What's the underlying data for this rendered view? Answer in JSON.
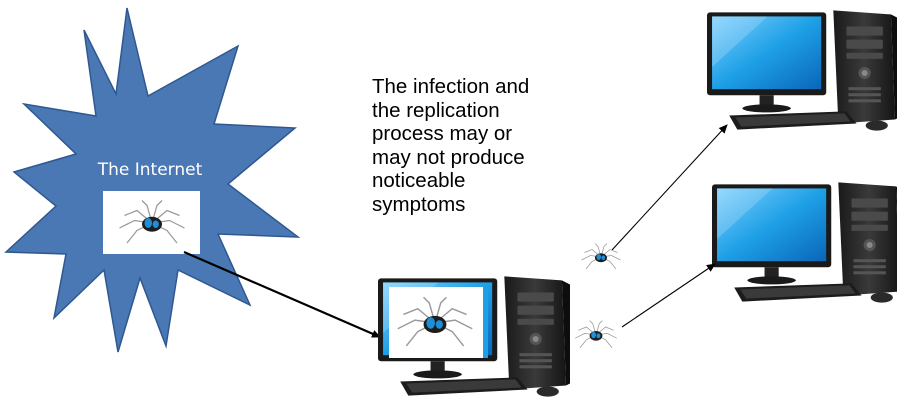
{
  "internet": {
    "label": "The Internet",
    "star_color": "#4a78b4",
    "star_outline": "#2f5890"
  },
  "caption": {
    "lines": [
      "The infection and",
      "the replication",
      "process may or",
      "may not produce",
      "noticeable",
      "symptoms"
    ]
  },
  "colors": {
    "screen_blue": "#1ea0e6",
    "tower": "#2a2a2a",
    "arrow": "#000000"
  },
  "icons": {
    "virus": "spider-bug-icon",
    "computer": "desktop-computer-icon"
  }
}
